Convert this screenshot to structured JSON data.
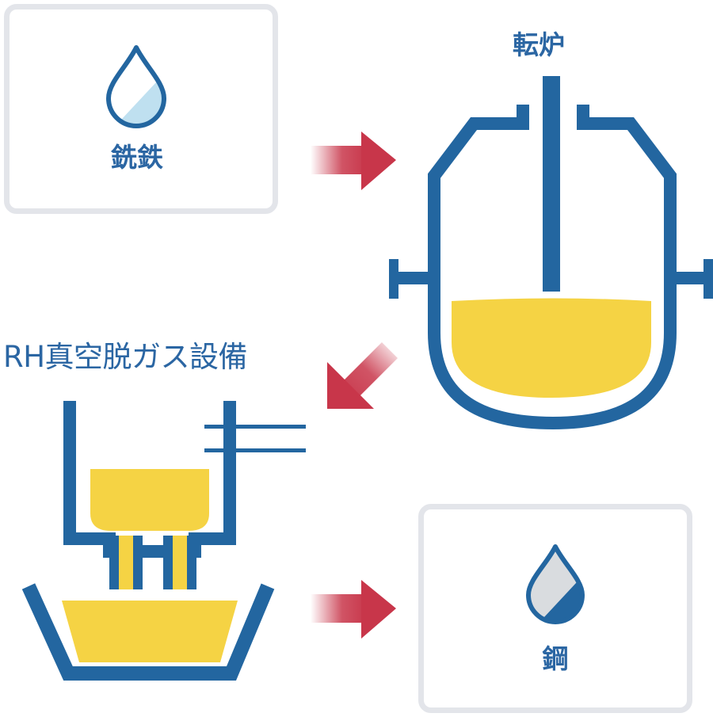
{
  "labels": {
    "pig_iron": "銑鉄",
    "converter": "転炉",
    "rh_degassing": "RH真空脱ガス設備",
    "steel": "鋼"
  },
  "colors": {
    "vessel_blue": "#2366a0",
    "molten_yellow": "#f5d344",
    "arrow_red": "#c8364a",
    "label_blue": "#2b66a3",
    "box_border": "#e3e5ea",
    "drop_fill_light": "#bfe0f0",
    "drop_fill_gray": "#d9dcdf"
  },
  "icons": {
    "pig_iron": "water-drop-icon",
    "steel": "water-drop-icon"
  }
}
